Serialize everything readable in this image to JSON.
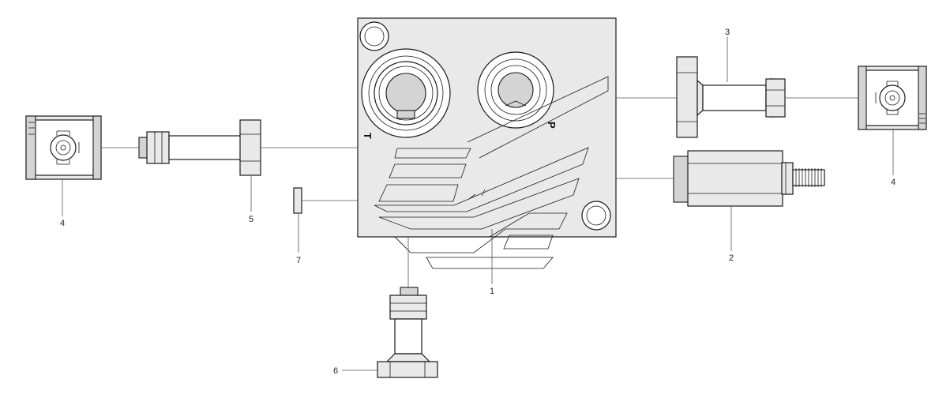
{
  "diagram": {
    "callouts": [
      {
        "id": "1",
        "text": "1"
      },
      {
        "id": "2",
        "text": "2"
      },
      {
        "id": "3",
        "text": "3"
      },
      {
        "id": "4a",
        "text": "4"
      },
      {
        "id": "4b",
        "text": "4"
      },
      {
        "id": "5",
        "text": "5"
      },
      {
        "id": "6",
        "text": "6"
      },
      {
        "id": "7",
        "text": "7"
      }
    ],
    "ports": {
      "t": "T",
      "p": "P"
    },
    "colors": {
      "line": "#1a1a1a",
      "part_fill": "#e9e9e9",
      "leader": "#555555"
    }
  }
}
